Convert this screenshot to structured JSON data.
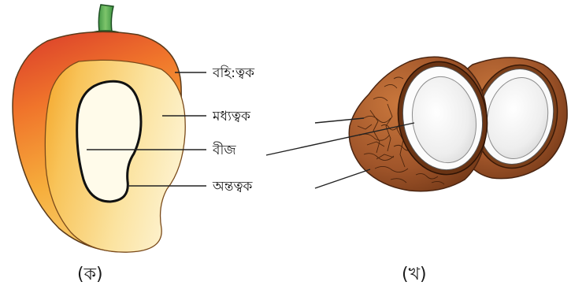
{
  "mango": {
    "labels": {
      "epicarp": "বহি:ত্বক",
      "mesocarp": "মধ্যত্বক",
      "seed": "বীজ",
      "endocarp": "অন্তত্বক"
    },
    "caption": "(ক)"
  },
  "coconut": {
    "caption": "(খ)"
  },
  "colors": {
    "mango_red": "#d93a2b",
    "mango_orange": "#f29a1f",
    "mango_yellow": "#fbe7a6",
    "seed_cream": "#fffbea",
    "stalk_green": "#4aa34a",
    "husk_brown": "#a4582c",
    "kernel_white": "#f4f4f4"
  }
}
